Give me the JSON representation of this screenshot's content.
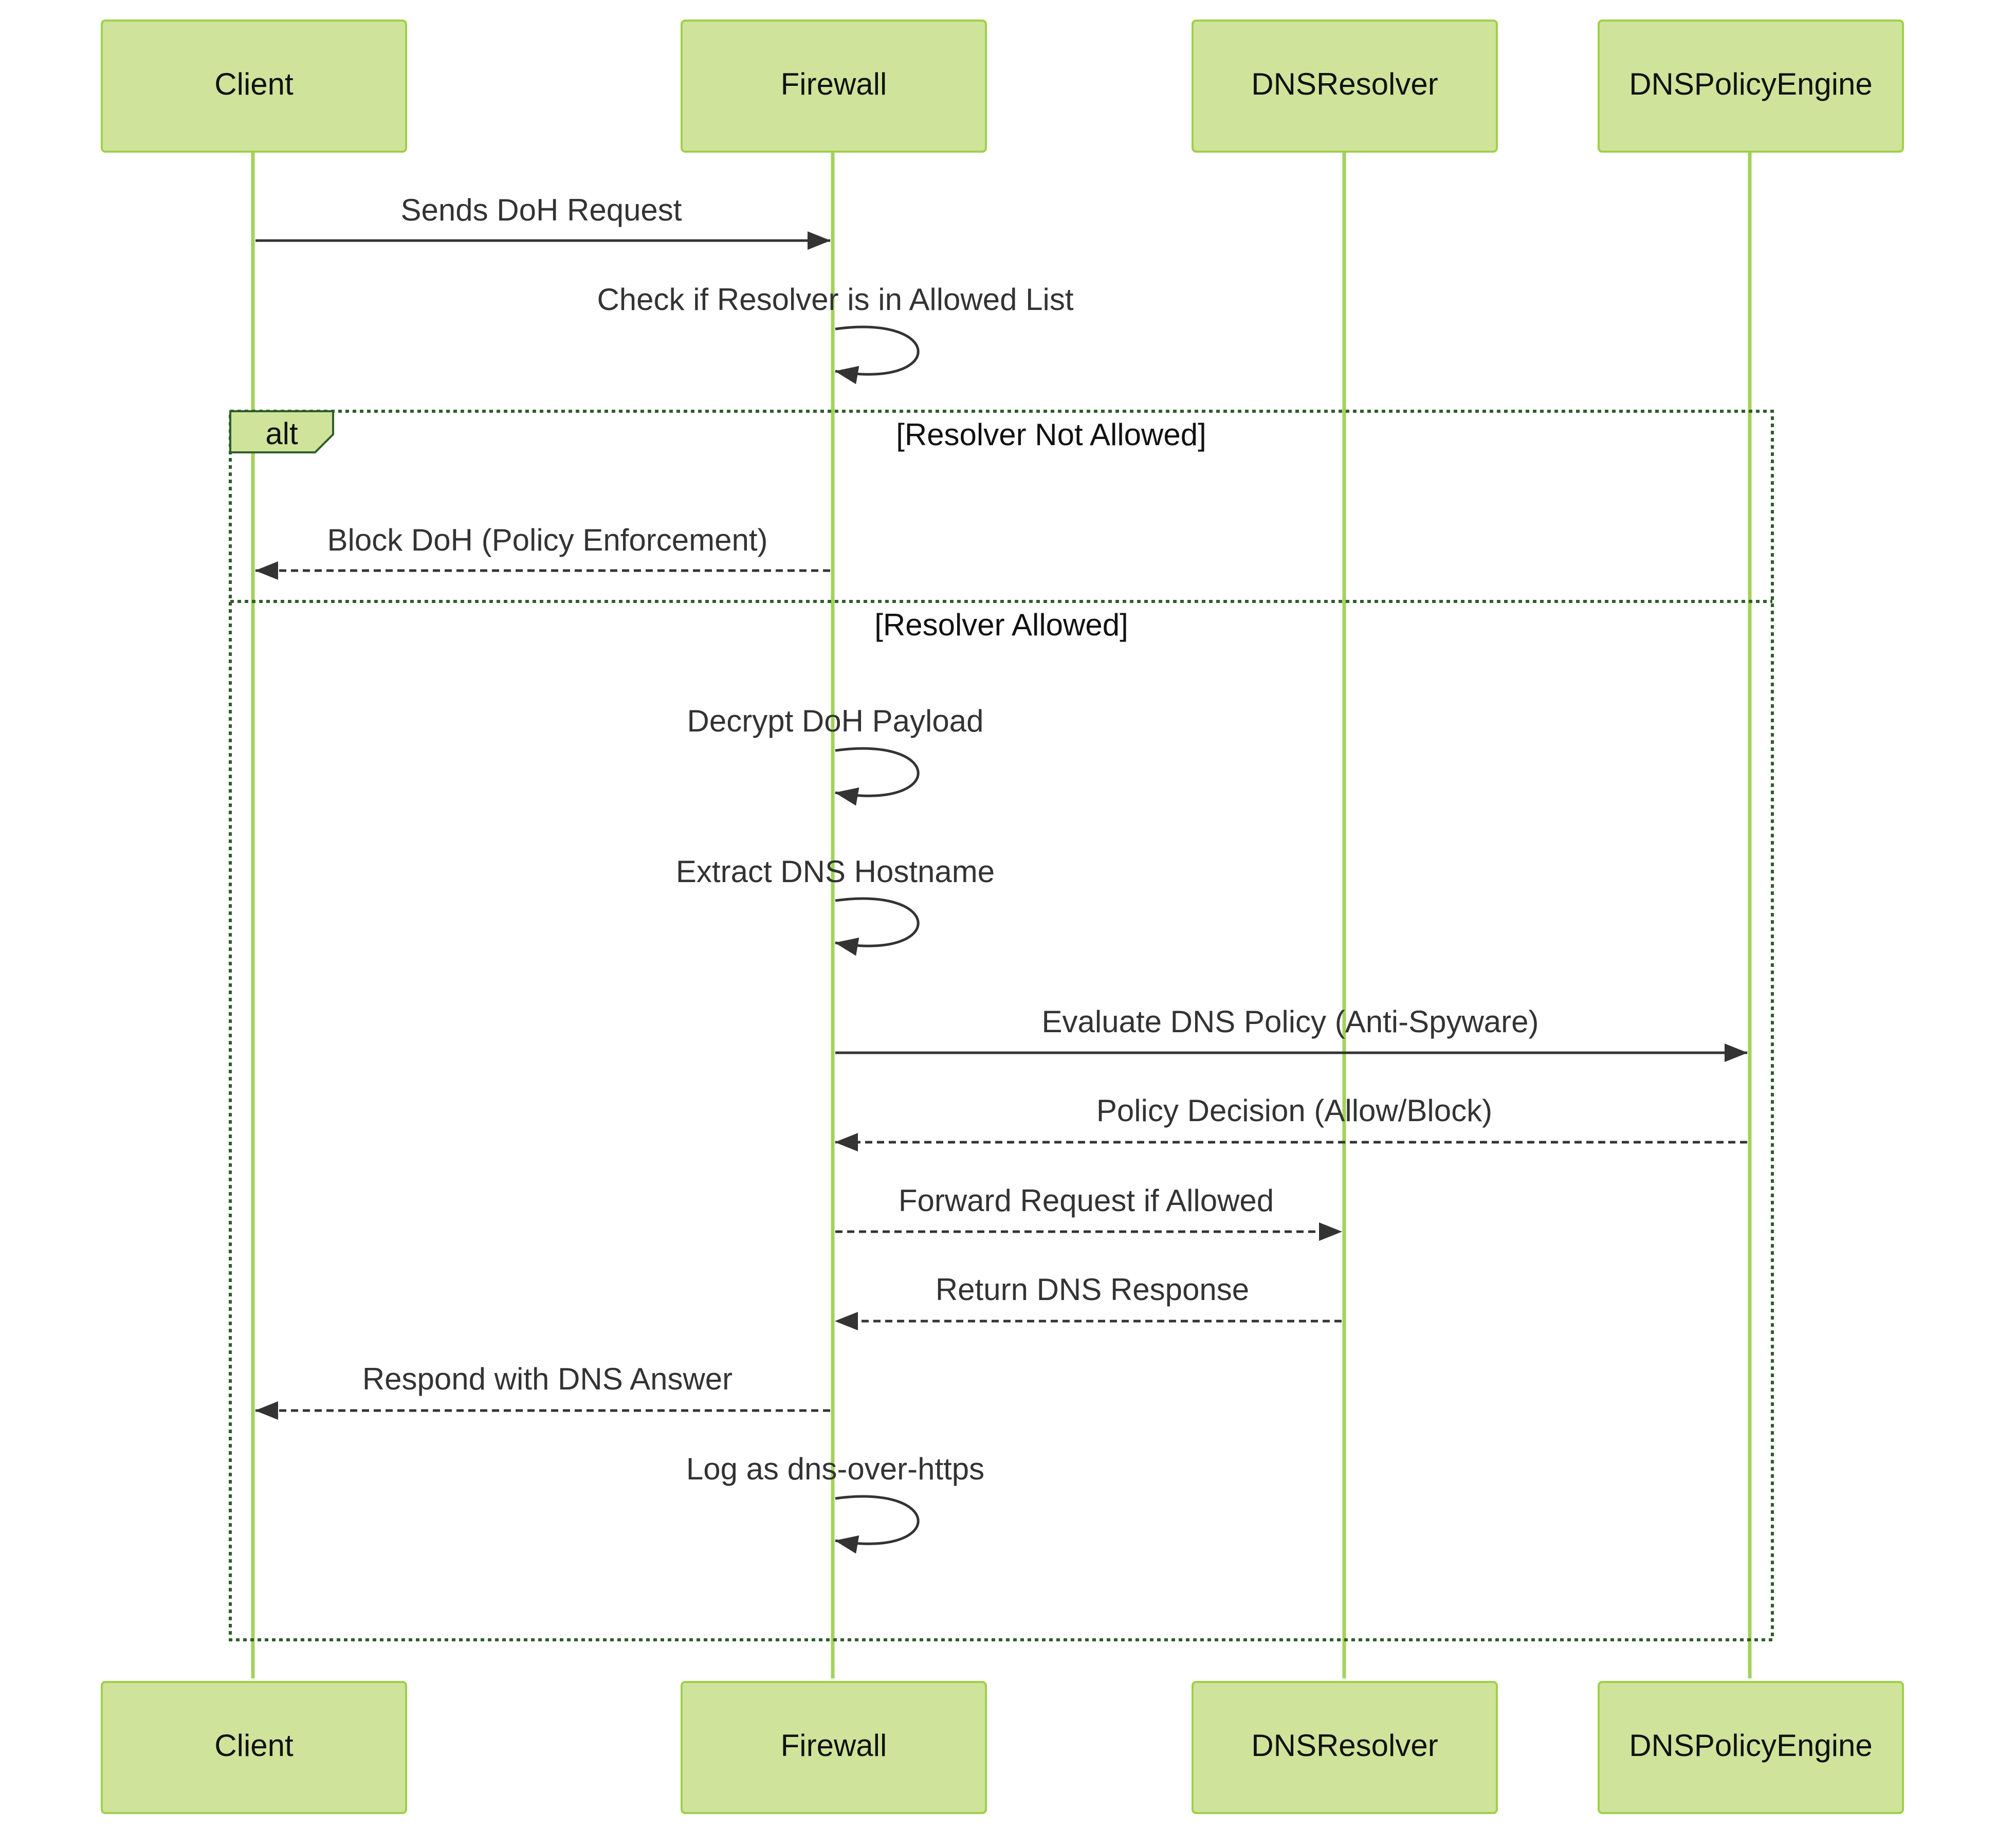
{
  "participants": [
    {
      "id": "client",
      "label": "Client"
    },
    {
      "id": "firewall",
      "label": "Firewall"
    },
    {
      "id": "dnsresolver",
      "label": "DNSResolver"
    },
    {
      "id": "dnspolicyengine",
      "label": "DNSPolicyEngine"
    }
  ],
  "messages": [
    {
      "from": "client",
      "to": "firewall",
      "label": "Sends DoH Request",
      "style": "solid"
    },
    {
      "from": "firewall",
      "to": "firewall",
      "label": "Check if Resolver is in Allowed List",
      "style": "solid"
    },
    {
      "from": "firewall",
      "to": "client",
      "label": "Block DoH (Policy Enforcement)",
      "style": "dashed"
    },
    {
      "from": "firewall",
      "to": "firewall",
      "label": "Decrypt DoH Payload",
      "style": "solid"
    },
    {
      "from": "firewall",
      "to": "firewall",
      "label": "Extract DNS Hostname",
      "style": "solid"
    },
    {
      "from": "firewall",
      "to": "dnspolicyengine",
      "label": "Evaluate DNS Policy (Anti-Spyware)",
      "style": "solid"
    },
    {
      "from": "dnspolicyengine",
      "to": "firewall",
      "label": "Policy Decision (Allow/Block)",
      "style": "dashed"
    },
    {
      "from": "firewall",
      "to": "dnsresolver",
      "label": "Forward Request if Allowed",
      "style": "dashed"
    },
    {
      "from": "dnsresolver",
      "to": "firewall",
      "label": "Return DNS Response",
      "style": "dashed"
    },
    {
      "from": "firewall",
      "to": "client",
      "label": "Respond with DNS Answer",
      "style": "dashed"
    },
    {
      "from": "firewall",
      "to": "firewall",
      "label": "Log as dns-over-https",
      "style": "solid"
    }
  ],
  "alt_block": {
    "label": "alt",
    "sections": [
      {
        "condition": "[Resolver Not Allowed]"
      },
      {
        "condition": "[Resolver Allowed]"
      }
    ]
  },
  "colors": {
    "actor_fill": "#cfe49a",
    "actor_stroke": "#9fd04b",
    "lifeline": "#a3d25a",
    "arrow": "#333333",
    "frame": "#2f5e2a"
  }
}
